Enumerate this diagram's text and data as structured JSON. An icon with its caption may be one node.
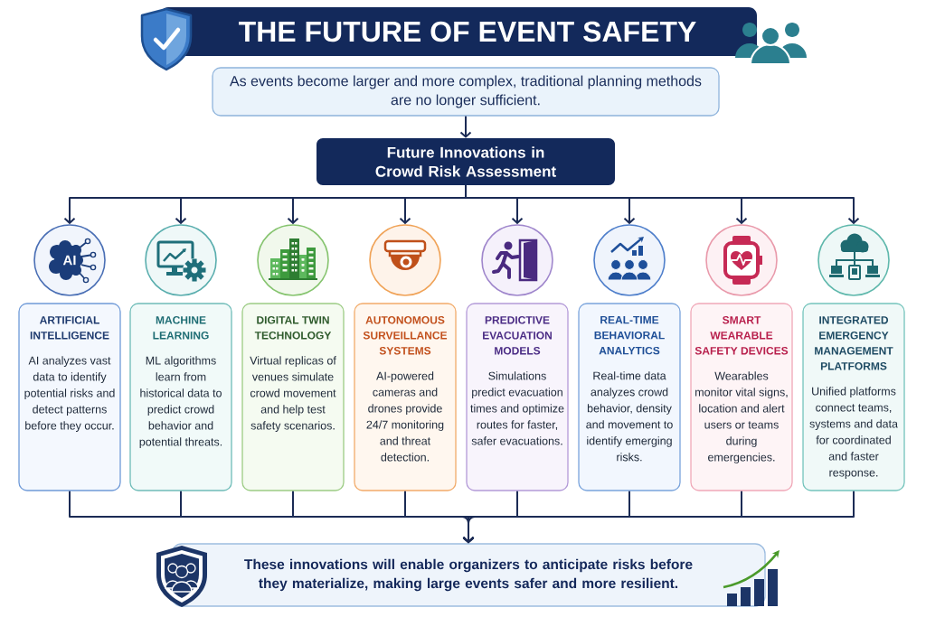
{
  "diagram": {
    "title": "THE FUTURE OF EVENT SAFETY",
    "nodes": [
      {
        "text": [
          "As events become larger and more complex, traditional planning methods are no longer sufficient."
        ]
      },
      {
        "text": [
          "Future Innovations in Crowd Risk Assessment"
        ]
      },
      {
        "text": [
          "AI"
        ]
      },
      {
        "text": [],
        "shape": "circle"
      },
      {
        "text": [],
        "shape": "circle"
      },
      {
        "text": [],
        "shape": "circle"
      },
      {
        "text": [],
        "shape": "circle"
      },
      {
        "text": [],
        "shape": "circle"
      },
      {
        "text": [],
        "shape": "circle"
      },
      {
        "text": [],
        "shape": "circle"
      },
      {
        "text": [
          "ARTIFICIAL INTELLIGENCE",
          "AI analyzes vast data to identify potential risks and detect patterns before they occur."
        ]
      },
      {
        "text": [
          "MACHINE LEARNING",
          "ML algorithms learn from historical data to predict crowd behavior and potential threats."
        ]
      },
      {
        "text": [
          "DIGITAL TWIN TECHNOLOGY",
          "Virtual replicas of venues simulate crowd movement and help test safety scenarios."
        ]
      },
      {
        "text": [
          "AUTONOMOUS SURVEILLANCE SYSTEMS",
          "AI-powered cameras and drones provide 24/7 monitoring and threat detection."
        ]
      },
      {
        "text": [
          "PREDICTIVE EVACUATION MODELS",
          "Simulations predict evacuation times and optimize routes for faster, safer evacuations."
        ]
      },
      {
        "text": [
          "REAL-TIME BEHAVIORAL ANALYTICS",
          "Real-time data analyzes crowd behavior, density and movement to identify emerging risks."
        ]
      },
      {
        "text": [
          "SMART WEARABLE SAFETY DEVICES",
          "Wearables monitor vital signs, location and alert users or teams during emergencies."
        ]
      },
      {
        "text": [
          "INTEGRATED EMERGENCY MANAGEMENT PLATFORMS",
          "Unified platforms connect teams, systems and data for coordinated and faster response."
        ]
      },
      {
        "text": [
          "These innovations will enable organizers to anticipate risks before they materialize, making large events safer and more resilient."
        ]
      }
    ],
    "edges": [
      {
        "from": 0,
        "to": 1,
        "arrow": "to"
      },
      {
        "from": 1,
        "to": 2,
        "arrow": "to"
      },
      {
        "from": 1,
        "to": 3,
        "arrow": "to"
      },
      {
        "from": 1,
        "to": 4,
        "arrow": "to"
      },
      {
        "from": 1,
        "to": 5,
        "arrow": "to"
      },
      {
        "from": 1,
        "to": 6,
        "arrow": "to"
      },
      {
        "from": 1,
        "to": 7,
        "arrow": "to"
      },
      {
        "from": 1,
        "to": 8,
        "arrow": "to"
      },
      {
        "from": 1,
        "to": 9,
        "arrow": "to"
      },
      {
        "from": 10,
        "to": 18,
        "arrow": "to"
      },
      {
        "from": 11,
        "to": 18,
        "arrow": "to"
      },
      {
        "from": 12,
        "to": 18,
        "arrow": "to"
      },
      {
        "from": 13,
        "to": 18,
        "arrow": "to"
      },
      {
        "from": 14,
        "to": 18,
        "arrow": "to"
      },
      {
        "from": 15,
        "to": 18,
        "arrow": "to"
      },
      {
        "from": 16,
        "to": 18,
        "arrow": "to"
      },
      {
        "from": 17,
        "to": 18,
        "arrow": "to"
      }
    ]
  }
}
